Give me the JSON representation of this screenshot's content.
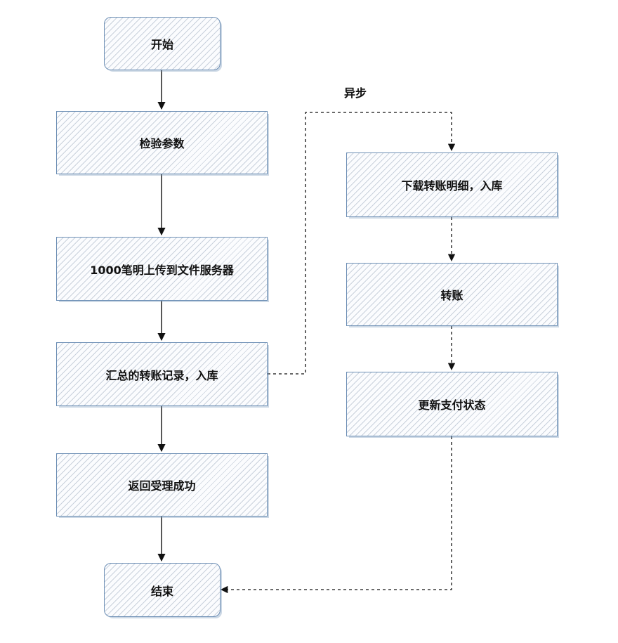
{
  "nodes": {
    "start": "开始",
    "validate": "检验参数",
    "upload": "1000笔明上传到文件服务器",
    "summary": "汇总的转账记录，入库",
    "return_ok": "返回受理成功",
    "end": "结束",
    "download": "下载转账明细，入库",
    "transfer": "转账",
    "update_status": "更新支付状态"
  },
  "edge_labels": {
    "async": "异步"
  },
  "colors": {
    "node_border": "#6d8fb5",
    "hatch": "#a0aec0",
    "line": "#111111"
  }
}
